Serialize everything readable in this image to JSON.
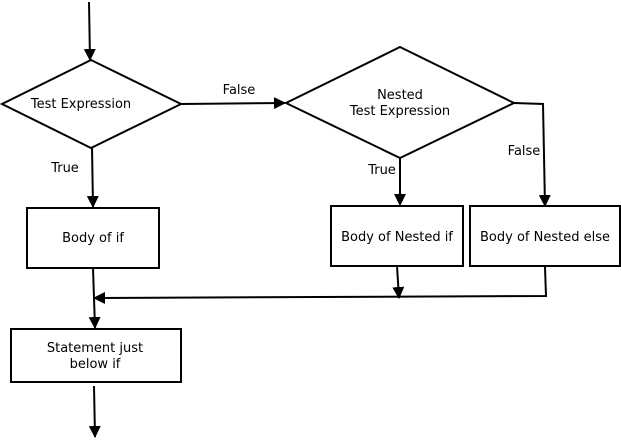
{
  "diagram": {
    "type": "flowchart",
    "colors": {
      "stroke": "#000000",
      "fill": "#ffffff",
      "text": "#000000"
    },
    "nodes": {
      "test_expression": {
        "shape": "diamond",
        "label": "Test Expression"
      },
      "nested_test_expression": {
        "shape": "diamond",
        "label_line1": "Nested",
        "label_line2": "Test Expression"
      },
      "body_of_if": {
        "shape": "rectangle",
        "label": "Body of if"
      },
      "body_of_nested_if": {
        "shape": "rectangle",
        "label": "Body of Nested if"
      },
      "body_of_nested_else": {
        "shape": "rectangle",
        "label": "Body of Nested else"
      },
      "statement_below_if": {
        "shape": "rectangle",
        "label_line1": "Statement just",
        "label_line2": "below if"
      }
    },
    "edge_labels": {
      "test_false": "False",
      "test_true": "True",
      "nested_true": "True",
      "nested_false": "False"
    },
    "edges": [
      {
        "from": "start",
        "to": "test_expression"
      },
      {
        "from": "test_expression",
        "to": "nested_test_expression",
        "label": "False"
      },
      {
        "from": "test_expression",
        "to": "body_of_if",
        "label": "True"
      },
      {
        "from": "nested_test_expression",
        "to": "body_of_nested_if",
        "label": "True"
      },
      {
        "from": "nested_test_expression",
        "to": "body_of_nested_else",
        "label": "False"
      },
      {
        "from": "body_of_if",
        "to": "statement_below_if"
      },
      {
        "from": "body_of_nested_if",
        "to": "statement_below_if"
      },
      {
        "from": "body_of_nested_else",
        "to": "statement_below_if"
      },
      {
        "from": "statement_below_if",
        "to": "end"
      }
    ]
  }
}
